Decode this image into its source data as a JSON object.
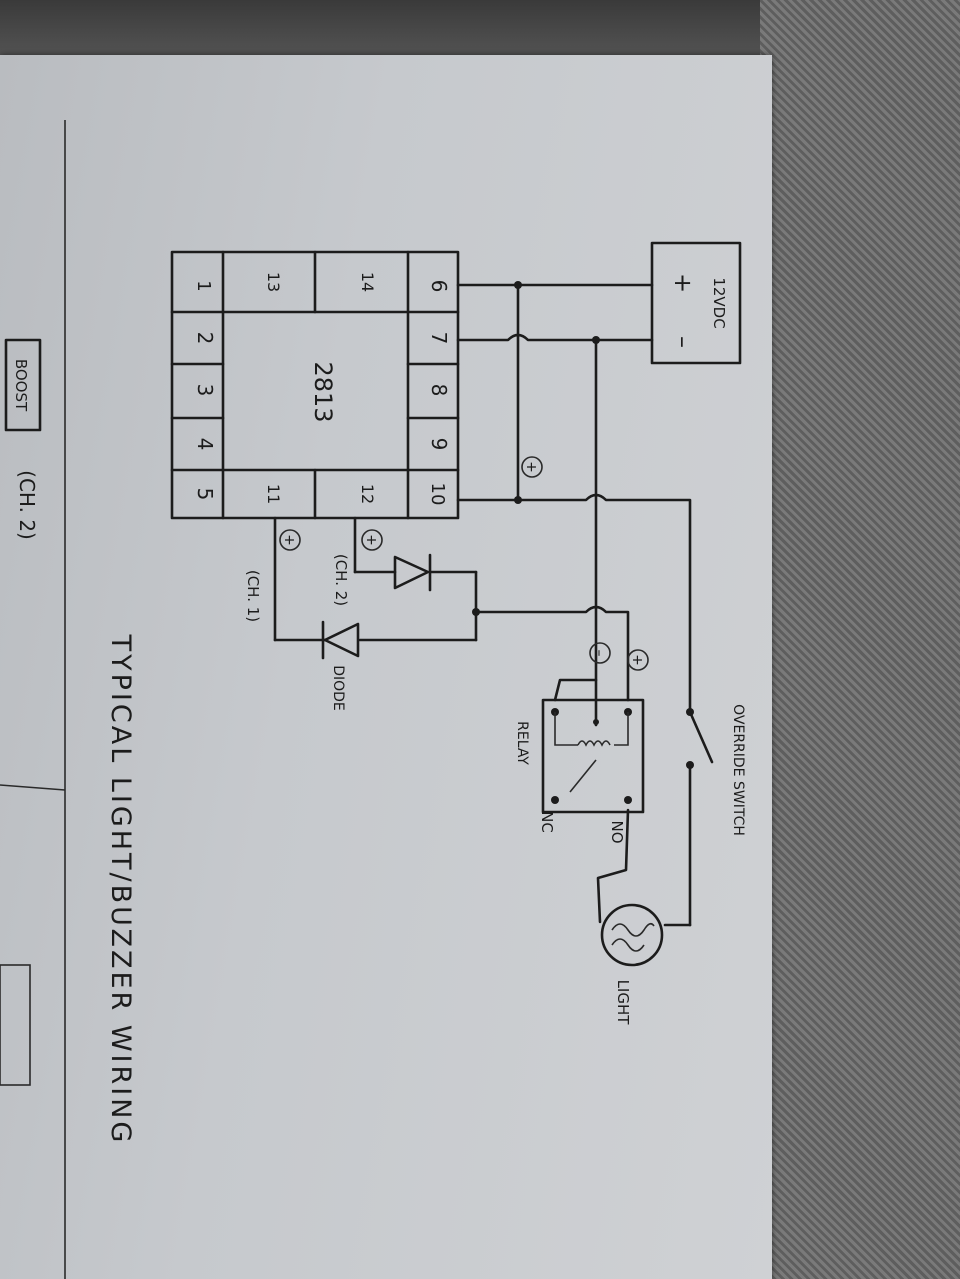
{
  "diagram": {
    "title": "TYPICAL LIGHT/BUZZER WIRING",
    "module": {
      "label": "2813",
      "pins": [
        "1",
        "2",
        "3",
        "4",
        "5",
        "6",
        "7",
        "8",
        "9",
        "10",
        "11",
        "12",
        "13",
        "14"
      ]
    },
    "power_supply": {
      "label": "12VDC",
      "plus": "+",
      "minus": "–"
    },
    "relay": {
      "label": "RELAY",
      "no_label": "NO",
      "nc_label": "NC",
      "plus": "+",
      "minus": "–"
    },
    "override_switch": {
      "label": "OVERRIDE SWITCH"
    },
    "light": {
      "label": "LIGHT"
    },
    "diode": {
      "label": "DIODE"
    },
    "channel_labels": {
      "ch2": "(CH. 2)",
      "ch1": "(CH. 1)"
    },
    "plus_markers": [
      "+",
      "+",
      "+",
      "+"
    ],
    "left_margin": {
      "boost": "BOOST",
      "ch2": "(CH. 2)"
    }
  },
  "colors": {
    "ink": "#1c1c1c",
    "paper": "#c6c9cd",
    "background": "#2b2b2b"
  }
}
